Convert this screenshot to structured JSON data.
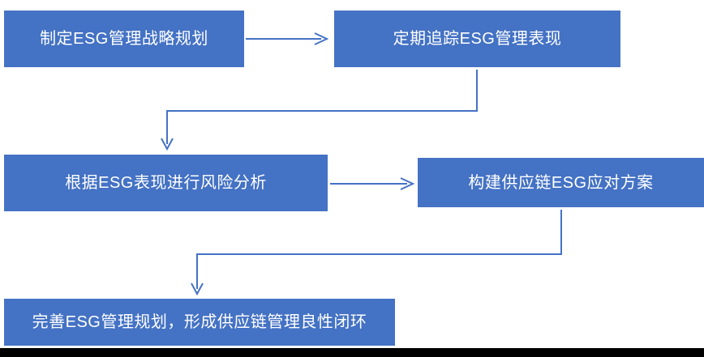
{
  "diagram": {
    "type": "flowchart",
    "nodes": [
      {
        "id": "esg-strategy-planning",
        "label": "制定ESG管理战略规划"
      },
      {
        "id": "esg-performance-tracking",
        "label": "定期追踪ESG管理表现"
      },
      {
        "id": "esg-risk-analysis",
        "label": "根据ESG表现进行风险分析"
      },
      {
        "id": "supply-chain-esg-response",
        "label": "构建供应链ESG应对方案"
      },
      {
        "id": "esg-closed-loop",
        "label": "完善ESG管理规划，形成供应链管理良性闭环"
      }
    ],
    "flow": [
      {
        "from": "esg-strategy-planning",
        "to": "esg-performance-tracking",
        "style": "straight-right"
      },
      {
        "from": "esg-performance-tracking",
        "to": "esg-risk-analysis",
        "style": "elbow-down-left-down"
      },
      {
        "from": "esg-risk-analysis",
        "to": "supply-chain-esg-response",
        "style": "straight-right"
      },
      {
        "from": "supply-chain-esg-response",
        "to": "esg-closed-loop",
        "style": "elbow-down-left-down"
      }
    ]
  },
  "colors": {
    "node_fill": "#4472C4",
    "node_border": "#FFFFFF",
    "connector": "#4472C4",
    "text": "#FFFFFF",
    "bottom_bar": "#000000",
    "background": "#FFFFFF"
  }
}
